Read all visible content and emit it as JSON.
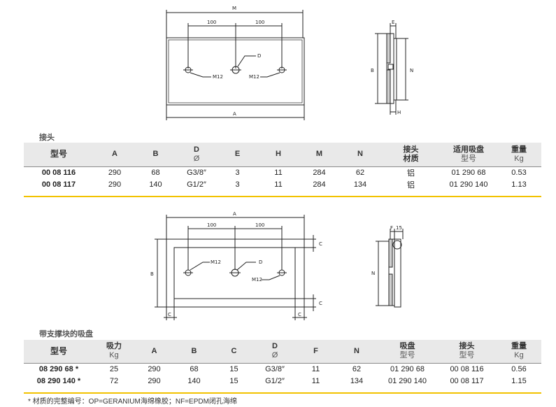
{
  "section1": {
    "title": "接头",
    "headers": [
      {
        "main": "型号",
        "sub": ""
      },
      {
        "main": "A",
        "sub": ""
      },
      {
        "main": "B",
        "sub": ""
      },
      {
        "main": "D",
        "sub": "Ø"
      },
      {
        "main": "E",
        "sub": ""
      },
      {
        "main": "H",
        "sub": ""
      },
      {
        "main": "M",
        "sub": ""
      },
      {
        "main": "N",
        "sub": ""
      },
      {
        "main": "接头",
        "sub": "材质"
      },
      {
        "main": "适用吸盘",
        "sub": "型号"
      },
      {
        "main": "重量",
        "sub": "Kg"
      }
    ],
    "rows": [
      [
        "00 08 116",
        "290",
        "68",
        "G3/8″",
        "3",
        "11",
        "284",
        "62",
        "铝",
        "01 290 68",
        "0.53"
      ],
      [
        "00 08 117",
        "290",
        "140",
        "G1/2″",
        "3",
        "11",
        "284",
        "134",
        "铝",
        "01 290 140",
        "1.13"
      ]
    ]
  },
  "section2": {
    "title": "带支撑块的吸盘",
    "headers": [
      {
        "main": "型号",
        "sub": ""
      },
      {
        "main": "吸力",
        "sub": "Kg"
      },
      {
        "main": "A",
        "sub": ""
      },
      {
        "main": "B",
        "sub": ""
      },
      {
        "main": "C",
        "sub": ""
      },
      {
        "main": "D",
        "sub": "Ø"
      },
      {
        "main": "F",
        "sub": ""
      },
      {
        "main": "N",
        "sub": ""
      },
      {
        "main": "吸盘",
        "sub": "型号"
      },
      {
        "main": "接头",
        "sub": "型号"
      },
      {
        "main": "重量",
        "sub": "Kg"
      }
    ],
    "rows": [
      [
        "08 290 68 *",
        "25",
        "290",
        "68",
        "15",
        "G3/8″",
        "11",
        "62",
        "01 290 68",
        "00 08 116",
        "0.56"
      ],
      [
        "08 290 140 *",
        "72",
        "290",
        "140",
        "15",
        "G1/2″",
        "11",
        "134",
        "01 290 140",
        "00 08 117",
        "1.15"
      ]
    ]
  },
  "footnote": "* 材质的完整编号：OP=GERANIUM海绵橡胶；NF=EPDM闭孔海绵",
  "drawing1": {
    "dim_M": "M",
    "dim_100a": "100",
    "dim_100b": "100",
    "lbl_D": "D",
    "lbl_M12a": "M12",
    "lbl_M12b": "M12",
    "dim_A": "A"
  },
  "side1": {
    "E": "E",
    "B": "B",
    "N": "N",
    "H": "H"
  },
  "drawing2": {
    "dim_A": "A",
    "dim_100a": "100",
    "dim_100b": "100",
    "lbl_M12a": "M12",
    "lbl_D": "D",
    "lbl_M12b": "M12",
    "B": "B",
    "C1": "C",
    "C2": "C",
    "C3": "C",
    "C4": "C"
  },
  "side2": {
    "F": "F",
    "d15": "15",
    "N": "N"
  }
}
